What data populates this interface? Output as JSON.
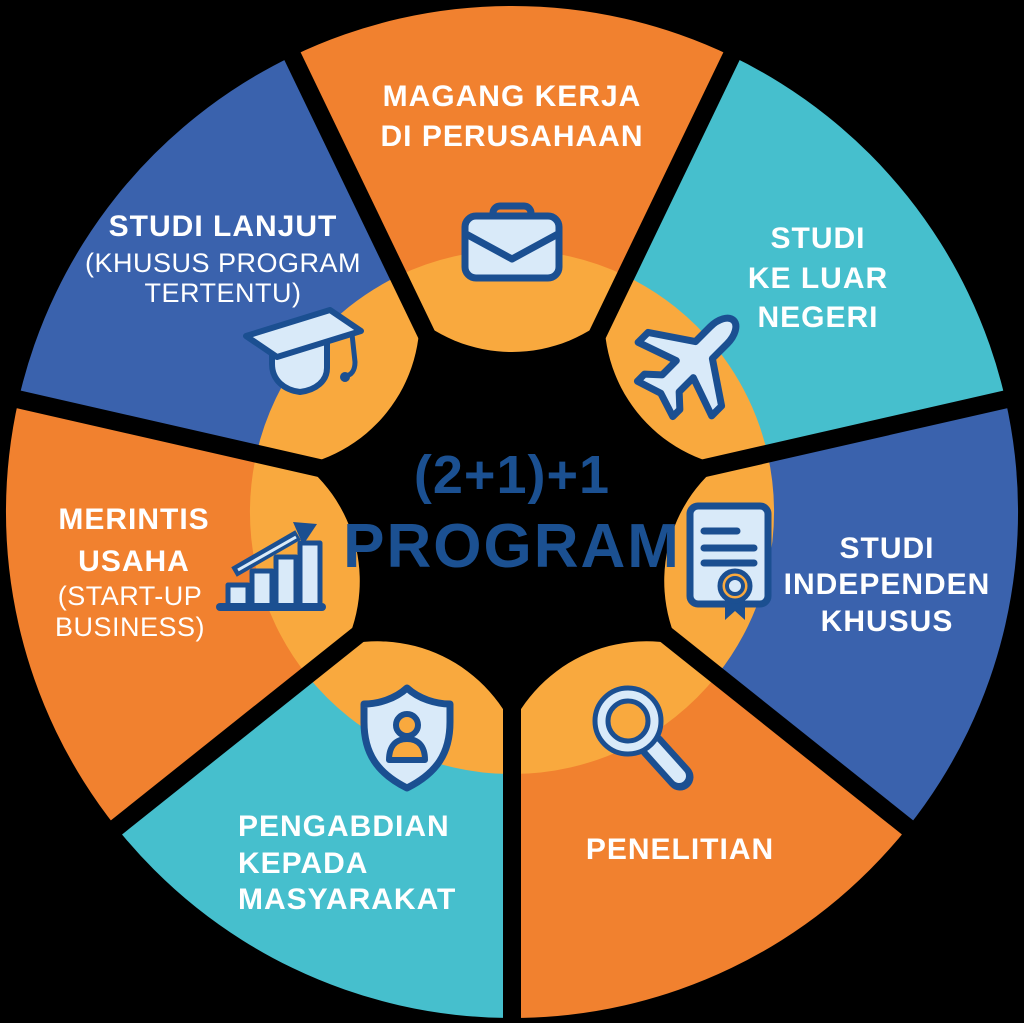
{
  "center": {
    "line1": "(2+1)+1",
    "line2": "PROGRAM"
  },
  "segments": [
    {
      "id": "magang-kerja-di-perusahaan",
      "color": "#F1812F",
      "icon": "briefcase-icon",
      "label_lines": [
        "MAGANG KERJA",
        "DI PERUSAHAAN"
      ]
    },
    {
      "id": "studi-ke-luar-negeri",
      "color": "#46BFCD",
      "icon": "airplane-icon",
      "label_lines": [
        "STUDI",
        "KE LUAR",
        "NEGERI"
      ]
    },
    {
      "id": "studi-independen-khusus",
      "color": "#3A62AD",
      "icon": "certificate-icon",
      "label_lines": [
        "STUDI",
        "INDEPENDEN",
        "KHUSUS"
      ]
    },
    {
      "id": "penelitian",
      "color": "#F1812F",
      "icon": "magnifier-icon",
      "label_lines": [
        "PENELITIAN"
      ]
    },
    {
      "id": "pengabdian-kepada-masyarakat",
      "color": "#46BFCD",
      "icon": "shield-user-icon",
      "label_lines": [
        "PENGABDIAN",
        "KEPADA",
        "MASYARAKAT"
      ]
    },
    {
      "id": "merintis-usaha",
      "color": "#F1812F",
      "icon": "growth-chart-icon",
      "label_lines": [
        "MERINTIS",
        "USAHA"
      ],
      "sub_lines": [
        "(START-UP",
        "BUSINESS)"
      ]
    },
    {
      "id": "studi-lanjut",
      "color": "#3A62AD",
      "icon": "graduation-cap-icon",
      "label_lines": [
        "STUDI LANJUT"
      ],
      "sub_lines": [
        "(KHUSUS PROGRAM",
        "TERTENTU)"
      ]
    }
  ],
  "colors": {
    "background": "#000000",
    "orange": "#F1812F",
    "teal": "#46BFCD",
    "blue": "#3A62AD",
    "inner_ring": "#F9A93E",
    "icon_fill": "#D9EAF9",
    "icon_stroke": "#1B4F91",
    "label_text": "#FFFFFF",
    "center_text": "#1B5091"
  }
}
